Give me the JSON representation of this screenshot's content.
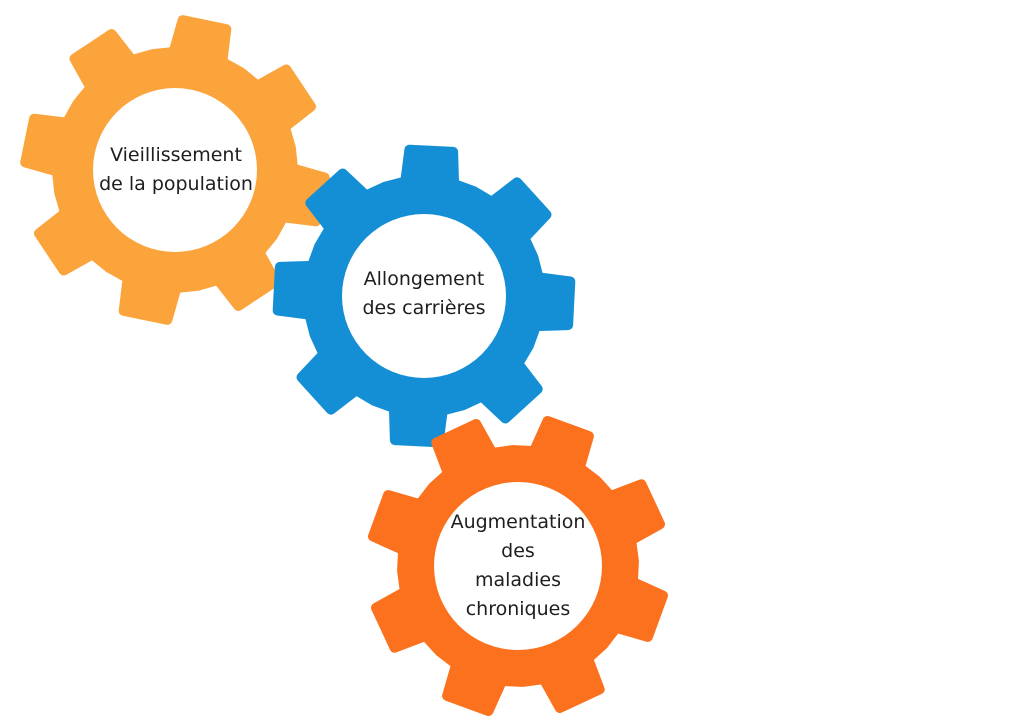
{
  "gears": [
    {
      "id": "vieillissement",
      "label_lines": [
        "Vieillissement",
        "de la population"
      ],
      "color": "#FBA43C",
      "icon": "gear-icon"
    },
    {
      "id": "allongement",
      "label_lines": [
        "Allongement",
        "des carrières"
      ],
      "color": "#148FD5",
      "icon": "gear-icon"
    },
    {
      "id": "augmentation",
      "label_lines": [
        "Augmentation",
        "des",
        "maladies",
        "chroniques"
      ],
      "color": "#FB711E",
      "icon": "gear-icon"
    }
  ],
  "colors": {
    "background": "#FFFFFF",
    "hub": "#FFFFFF",
    "text": "#1E1E1E"
  }
}
